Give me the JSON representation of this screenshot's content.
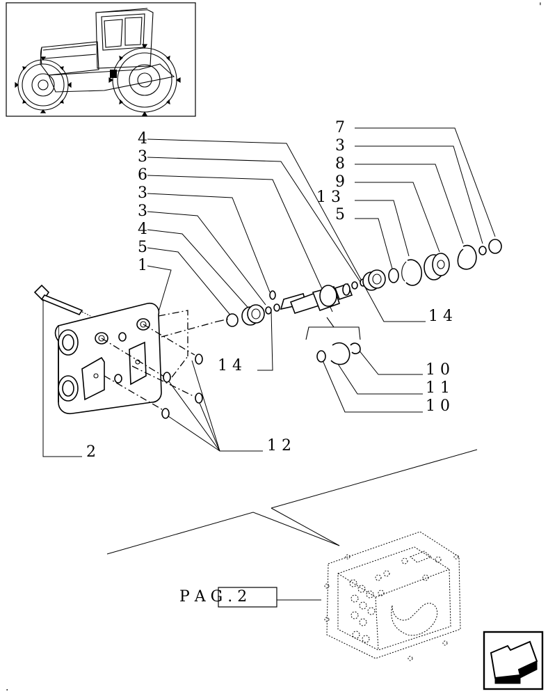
{
  "callouts": [
    {
      "id": "c4a",
      "text": "4"
    },
    {
      "id": "c3a",
      "text": "3"
    },
    {
      "id": "c6",
      "text": "6"
    },
    {
      "id": "c3b",
      "text": "3"
    },
    {
      "id": "c3c",
      "text": "3"
    },
    {
      "id": "c4b",
      "text": "4"
    },
    {
      "id": "c5a",
      "text": "5"
    },
    {
      "id": "c1",
      "text": "1"
    },
    {
      "id": "c7",
      "text": "7"
    },
    {
      "id": "c3d",
      "text": "3"
    },
    {
      "id": "c8",
      "text": "8"
    },
    {
      "id": "c9",
      "text": "9"
    },
    {
      "id": "c13",
      "text": "1 3"
    },
    {
      "id": "c5b",
      "text": "5"
    },
    {
      "id": "c14a",
      "text": "1 4"
    },
    {
      "id": "c14b",
      "text": "1 4"
    },
    {
      "id": "c10a",
      "text": "1 0"
    },
    {
      "id": "c11",
      "text": "1 1"
    },
    {
      "id": "c10b",
      "text": "1 0"
    },
    {
      "id": "c12",
      "text": "1 2"
    },
    {
      "id": "c2",
      "text": "2"
    }
  ],
  "page_ref": {
    "text": "P A G . 2"
  },
  "corner_marks": {
    "top_right": "'",
    "bottom_left": "."
  },
  "icons": {
    "thumbnail": "tractor-thumbnail-icon",
    "nav": "next-page-arrow-icon"
  }
}
